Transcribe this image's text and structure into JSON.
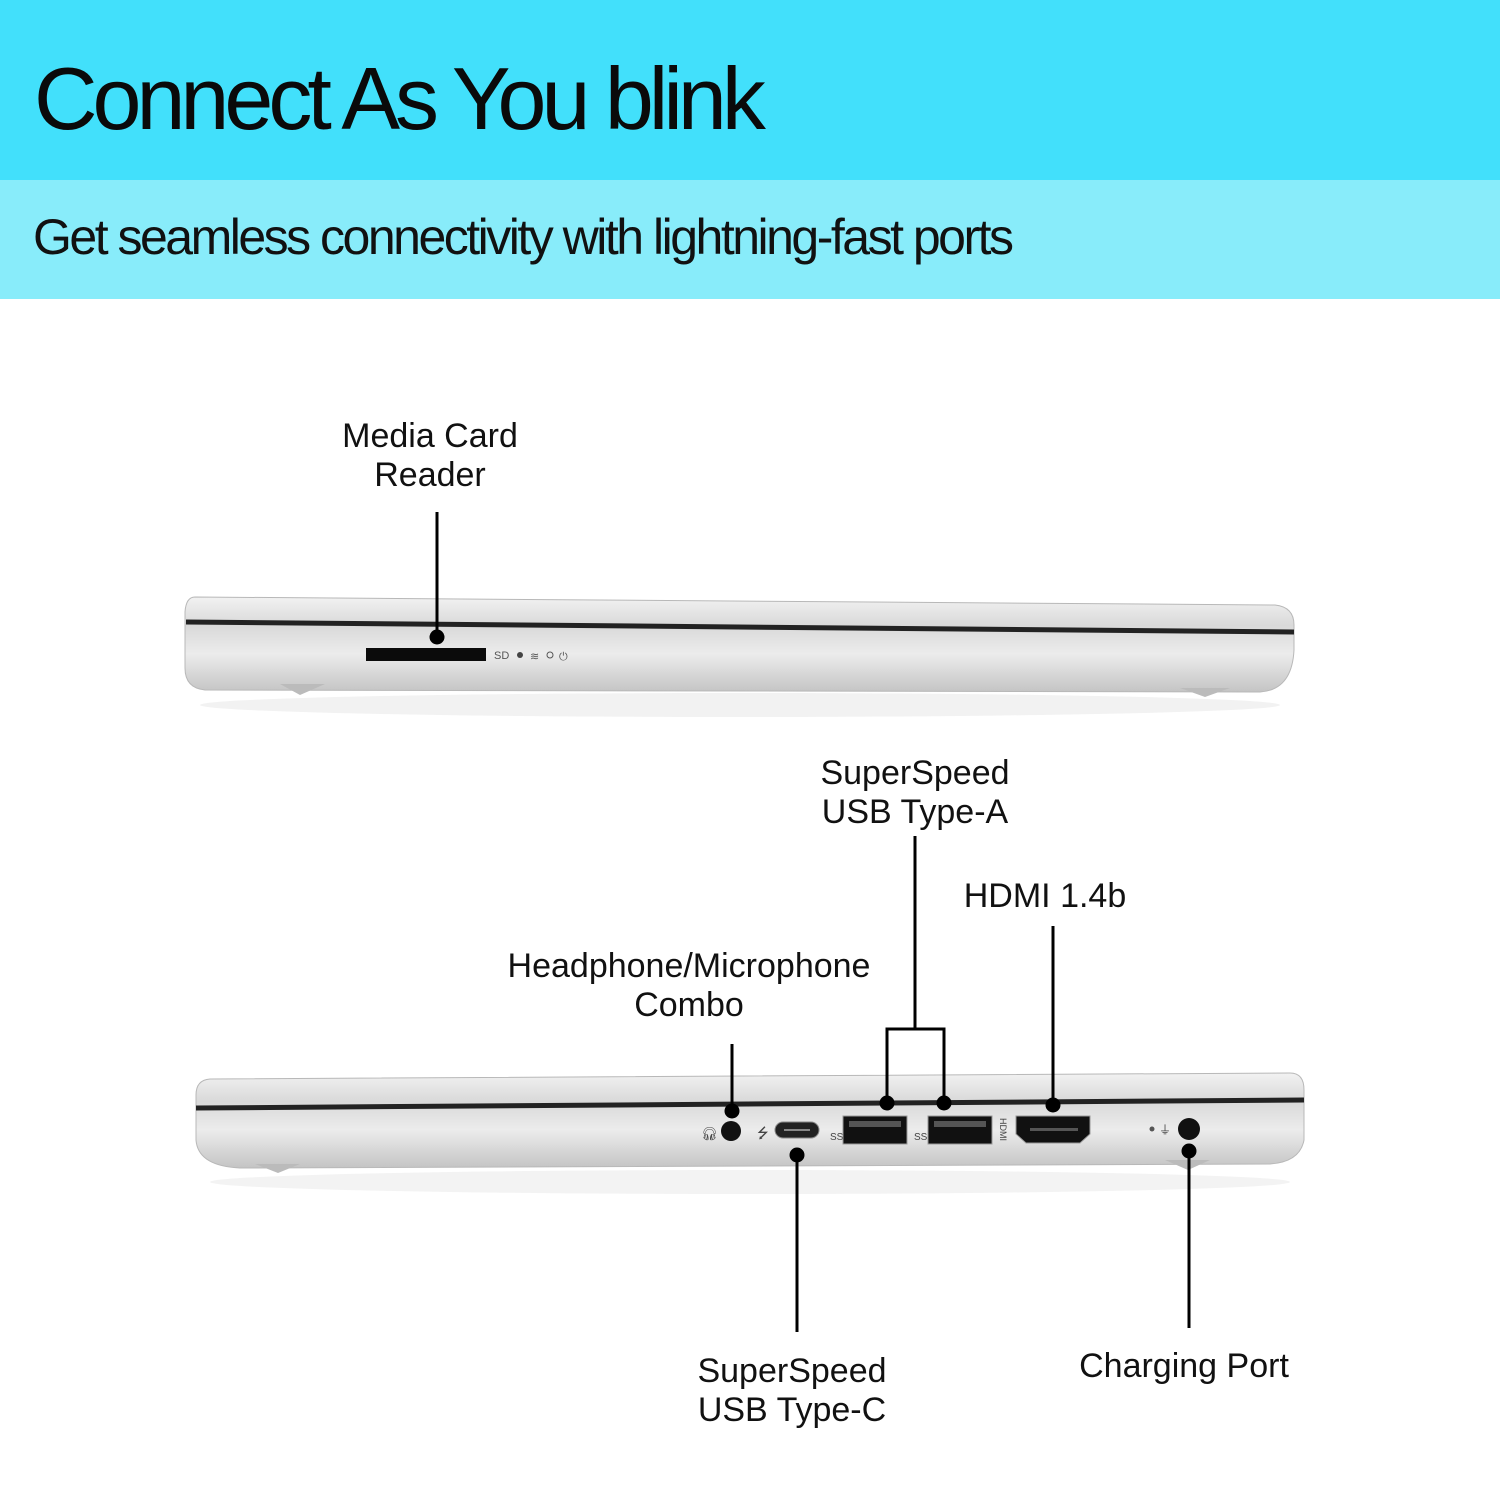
{
  "header": {
    "title": "Connect As You blink",
    "subtitle": "Get seamless connectivity with lightning-fast ports"
  },
  "callouts": {
    "media_card": {
      "line1": "Media Card",
      "line2": "Reader"
    },
    "usb_a": {
      "line1": "SuperSpeed",
      "line2": "USB Type-A"
    },
    "hdmi": {
      "line1": "HDMI 1.4b"
    },
    "headphone": {
      "line1": "Headphone/Microphone",
      "line2": "Combo"
    },
    "usb_c": {
      "line1": "SuperSpeed",
      "line2": "USB Type-C"
    },
    "charging": {
      "line1": "Charging Port"
    }
  },
  "port_markings": {
    "sd": "SD",
    "hdmi": "HDMI"
  },
  "colors": {
    "band_primary": "#42E0FB",
    "band_secondary": "#88ECFA"
  }
}
